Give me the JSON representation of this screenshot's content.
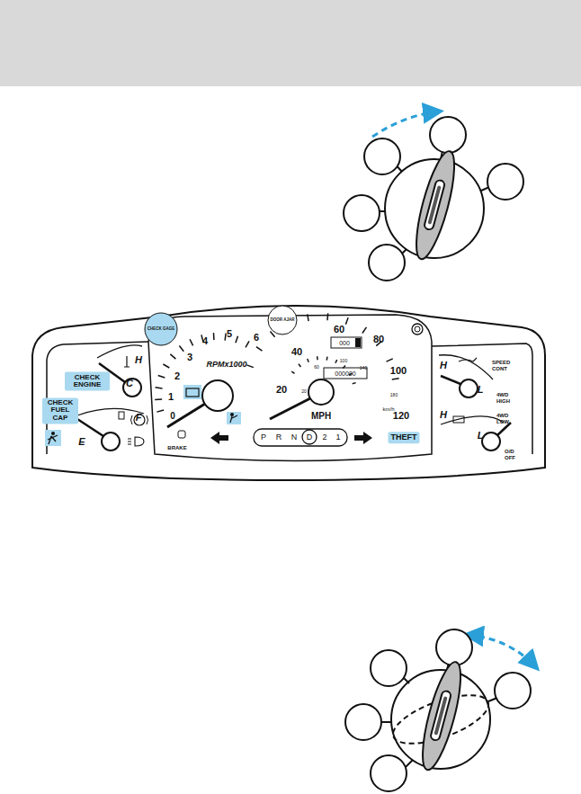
{
  "diagram": {
    "nodes": [
      {
        "text": [
          "CHECK GAGE"
        ]
      },
      {
        "text": [
          "DOOR AJAR"
        ]
      },
      {
        "text": [
          "CHECK ENGINE"
        ]
      },
      {
        "text": [
          "CHECK FUEL CAP"
        ]
      },
      {
        "text": [
          "THEFT"
        ]
      }
    ],
    "labels": [
      "6",
      "5",
      "4",
      "3",
      "2",
      "1",
      "0",
      "RPMx1000",
      "20",
      "40",
      "60",
      "80",
      "100",
      "120",
      "MPH",
      "km/h",
      "60",
      "100",
      "140",
      "20",
      "180",
      "000",
      "000000",
      "P",
      "R",
      "N",
      "D",
      "2",
      "1",
      "H",
      "C",
      "F",
      "E",
      "H",
      "L",
      "H",
      "L",
      "SPEED CONT",
      "4WD HIGH",
      "4WD LOW",
      "O/D OFF",
      "BRAKE"
    ]
  }
}
